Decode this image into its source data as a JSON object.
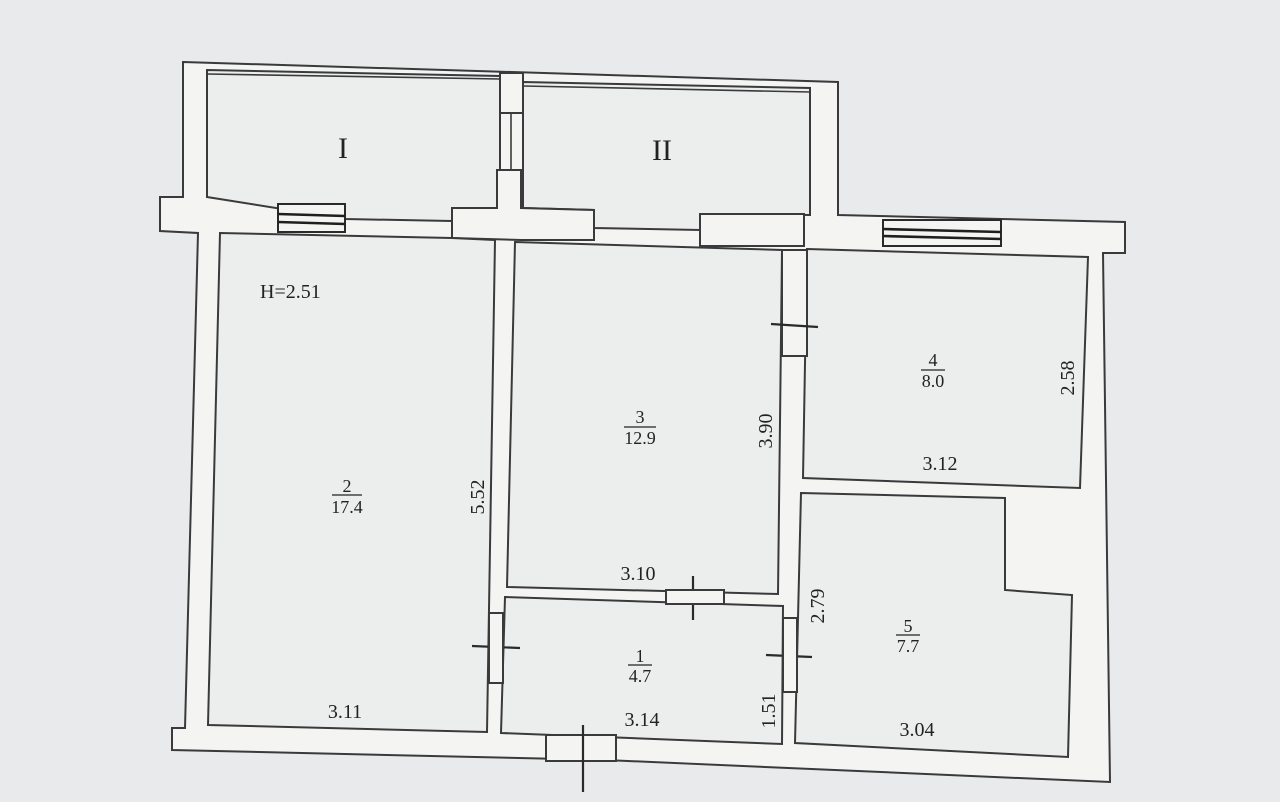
{
  "height_label": "H=2.51",
  "balconies": [
    {
      "id": "I",
      "label": "I"
    },
    {
      "id": "II",
      "label": "II"
    }
  ],
  "rooms": [
    {
      "id": "room-1",
      "number": "1",
      "area": "4.7"
    },
    {
      "id": "room-2",
      "number": "2",
      "area": "17.4"
    },
    {
      "id": "room-3",
      "number": "3",
      "area": "12.9"
    },
    {
      "id": "room-4",
      "number": "4",
      "area": "8.0"
    },
    {
      "id": "room-5",
      "number": "5",
      "area": "7.7"
    }
  ],
  "dimensions": {
    "room2_width": "3.11",
    "room2_length": "5.52",
    "room3_width": "3.10",
    "room3_length": "3.90",
    "room4_width": "3.12",
    "room4_length": "2.58",
    "room1_width": "3.14",
    "room1_length": "1.51",
    "room5_width": "3.04",
    "room5_length": "2.79"
  }
}
